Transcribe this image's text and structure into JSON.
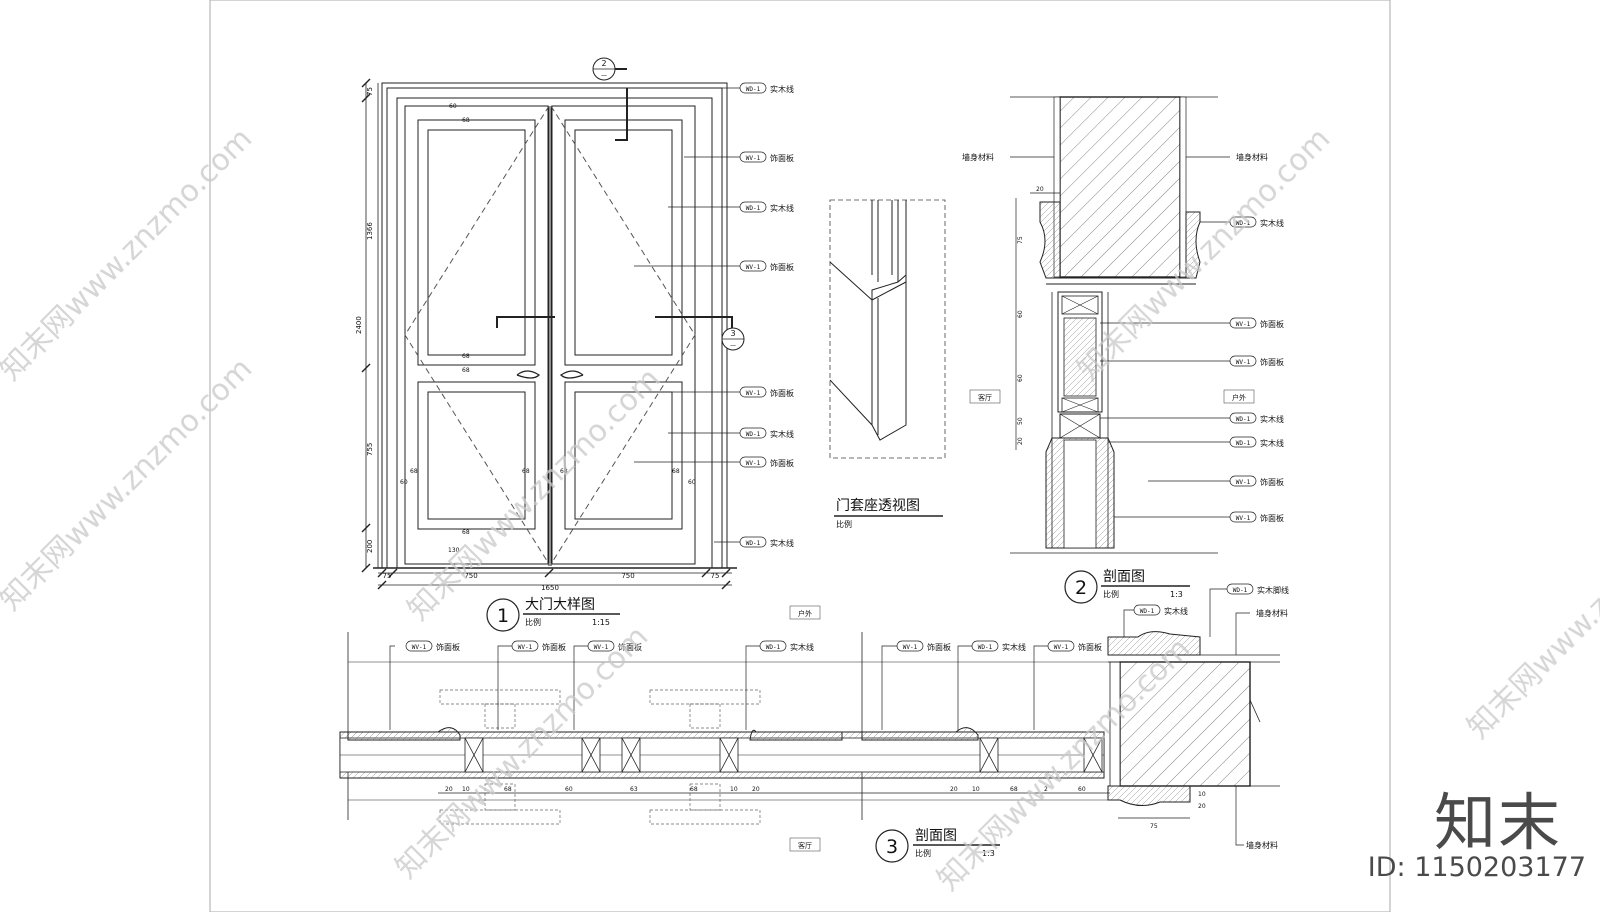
{
  "drawing": {
    "views": [
      {
        "number": "1",
        "title": "大门大样图",
        "scale_label": "比例",
        "scale": "1:15"
      },
      {
        "number": "2",
        "title": "剖面图",
        "scale_label": "比例",
        "scale": "1:3"
      },
      {
        "number": "3",
        "title": "剖面图",
        "scale_label": "比例",
        "scale": "1:3"
      }
    ],
    "perspective": {
      "title": "门套座透视图",
      "scale_label": "比例"
    },
    "section_marks": [
      {
        "number": "2",
        "sub": "—"
      },
      {
        "number": "3",
        "sub": "—"
      }
    ],
    "room_labels": {
      "outdoor": "户外",
      "indoor": "客厅"
    },
    "material_codes": {
      "wd1": "WD-1",
      "wv1": "WV-1"
    },
    "material_names": {
      "solid_wood_trim": "实木线",
      "veneer_panel": "饰面板",
      "wall_material": "墙身材料",
      "solid_wood_skirting": "实木脚线"
    },
    "dims": {
      "left_h": [
        "75",
        "1366",
        "2400",
        "755",
        "200"
      ],
      "bottom": [
        "75",
        "750",
        "750",
        "75"
      ],
      "total": "1650",
      "panel": [
        "60",
        "68",
        "68",
        "68",
        "68",
        "60",
        "68",
        "68",
        "60",
        "68",
        "130",
        "68"
      ],
      "sec2": [
        "20",
        "75",
        "60",
        "60",
        "20",
        "50"
      ],
      "sec3": [
        "20",
        "10",
        "68",
        "60",
        "63",
        "68",
        "10",
        "20",
        "20",
        "10",
        "68",
        "2",
        "60"
      ],
      "sec3_frame": "75",
      "sec3_side": [
        "10",
        "20"
      ]
    }
  },
  "watermark": {
    "text": "知末网www.znzmo.com"
  },
  "branding": {
    "brand": "知末",
    "id_label": "ID: 1150203177"
  }
}
